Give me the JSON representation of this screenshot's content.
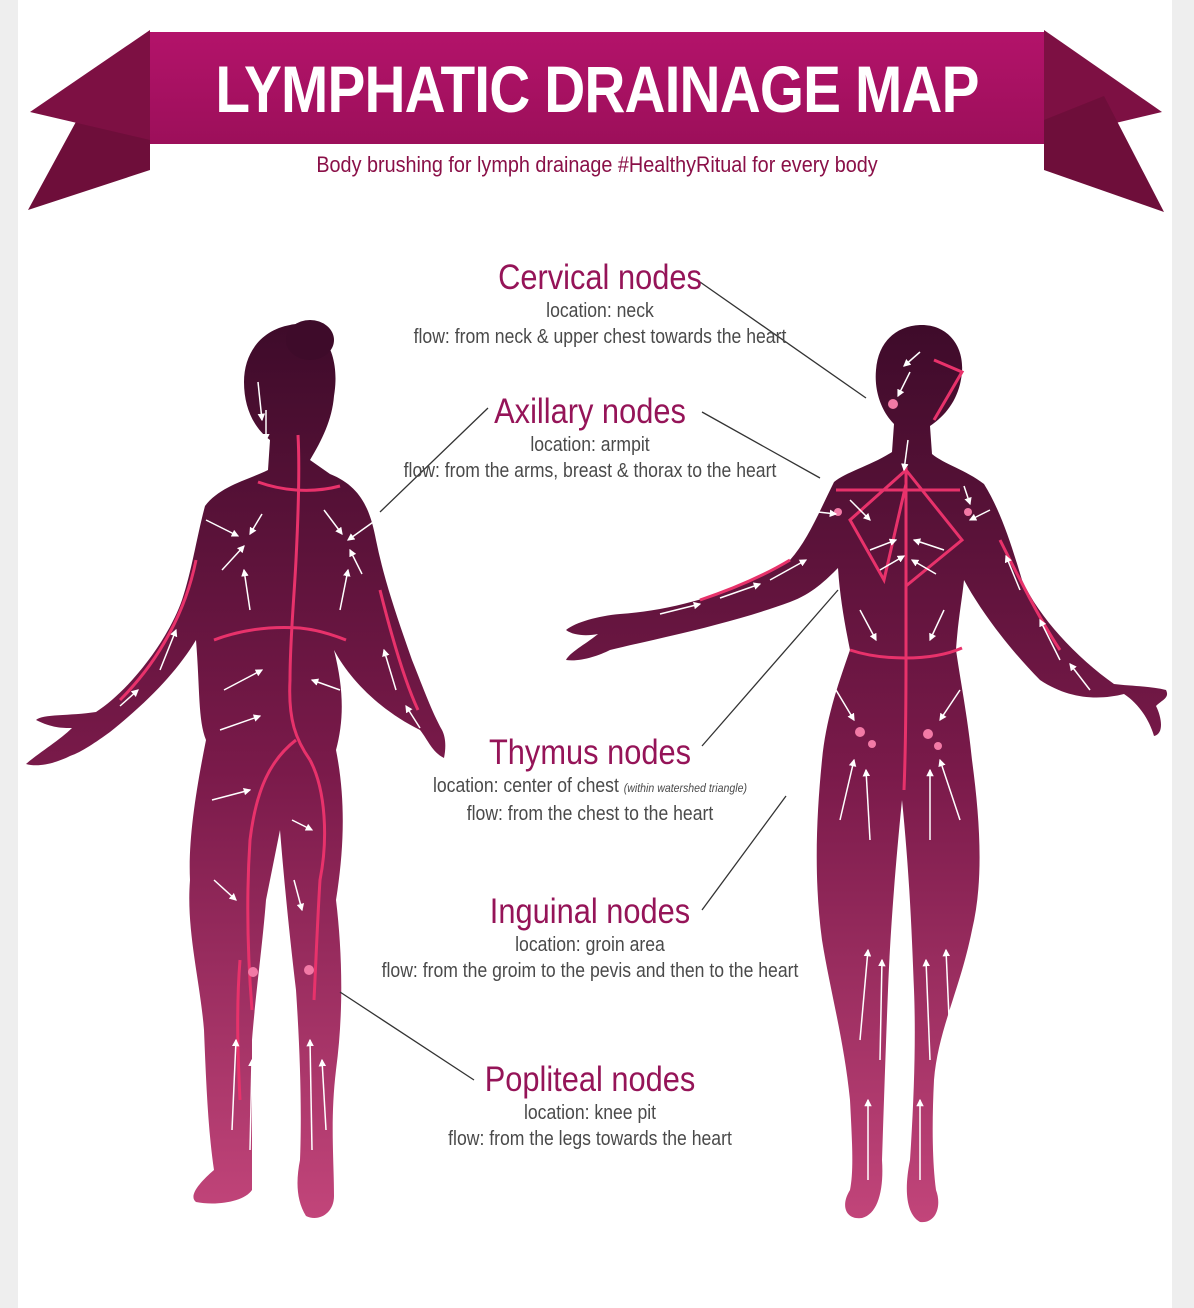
{
  "header": {
    "title": "LYMPHATIC DRAINAGE MAP",
    "subtitle": "Body brushing for lymph drainage #HealthyRitual for every body"
  },
  "colors": {
    "banner": "#a51060",
    "banner_dark": "#6e0e3a",
    "body_top": "#3e0b2a",
    "body_bottom": "#c2457a",
    "vessel": "#e8326b",
    "node_title": "#951458",
    "text": "#4a4a4a"
  },
  "nodes": [
    {
      "name": "Cervical nodes",
      "location": "location: neck",
      "flow": "flow: from neck & upper chest towards the heart",
      "note": ""
    },
    {
      "name": "Axillary nodes",
      "location": "location: armpit",
      "flow": "flow: from the arms, breast & thorax to the heart",
      "note": ""
    },
    {
      "name": "Thymus nodes",
      "location": "location: center of chest",
      "flow": "flow: from the chest to the heart",
      "note": "(within watershed triangle)"
    },
    {
      "name": "Inguinal nodes",
      "location": "location: groin area",
      "flow": "flow: from the groim to the pevis and then to the heart",
      "note": ""
    },
    {
      "name": "Popliteal nodes",
      "location": "location: knee pit",
      "flow": "flow: from the legs towards the heart",
      "note": ""
    }
  ],
  "figures": {
    "back_view": "body-back-figure",
    "front_view": "body-front-figure"
  }
}
